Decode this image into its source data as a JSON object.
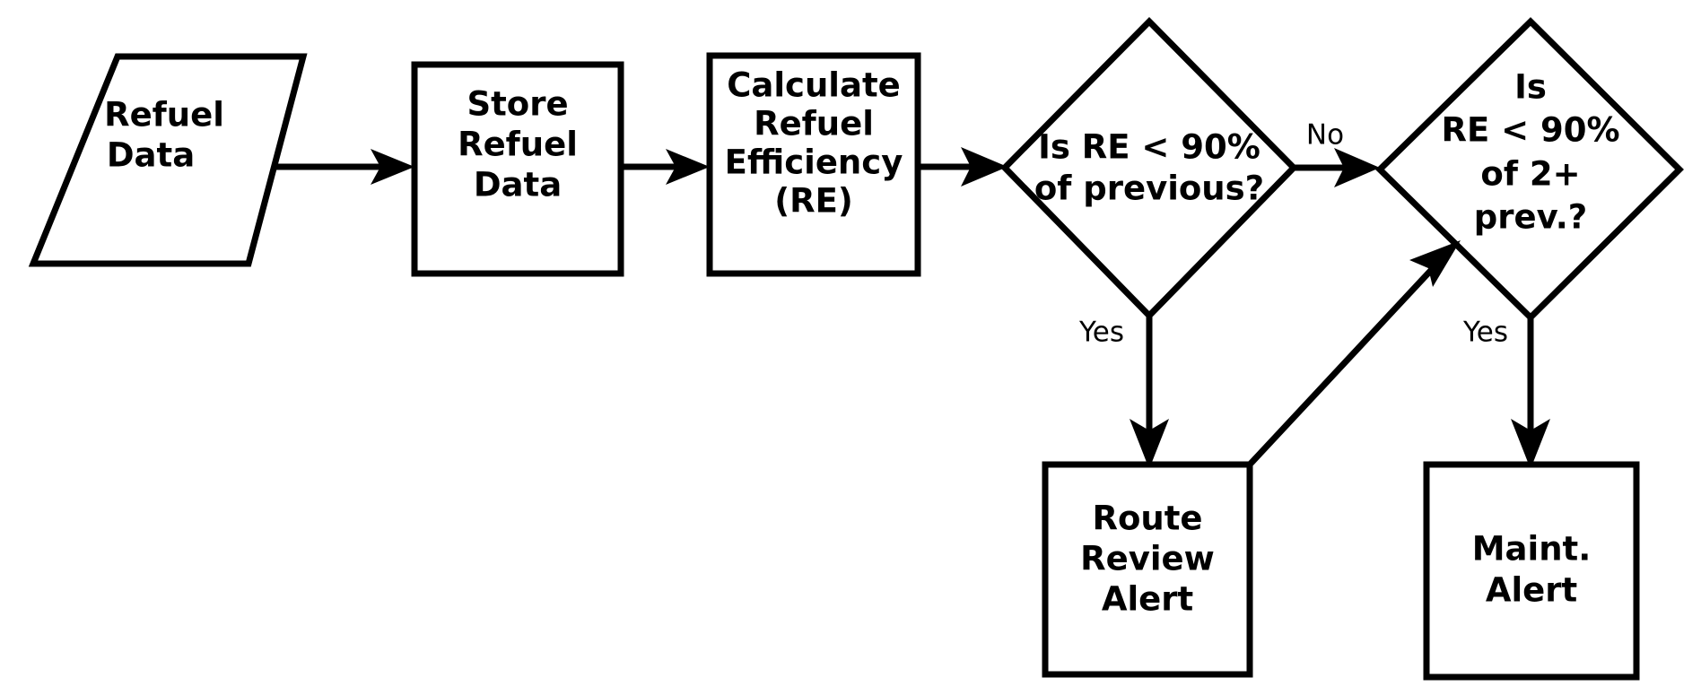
{
  "diagram": {
    "title": "Refuel Efficiency Monitoring Flowchart",
    "background_color": "#ffffff",
    "stroke_color": "#000000",
    "text_color": "#000000",
    "nodes": [
      {
        "id": "refuel-data",
        "shape": "parallelogram",
        "role": "input",
        "lines": [
          "Refuel",
          "Data"
        ]
      },
      {
        "id": "store-refuel-data",
        "shape": "rectangle",
        "role": "process",
        "lines": [
          "Store",
          "Refuel",
          "Data"
        ]
      },
      {
        "id": "calculate-refuel-efficiency",
        "shape": "rectangle",
        "role": "process",
        "lines": [
          "Calculate",
          "Refuel",
          "Efficiency",
          "(RE)"
        ]
      },
      {
        "id": "decision-re-previous",
        "shape": "diamond",
        "role": "decision",
        "lines": [
          "Is RE < 90%",
          "of previous?"
        ]
      },
      {
        "id": "decision-re-two-plus",
        "shape": "diamond",
        "role": "decision",
        "lines": [
          "Is",
          "RE < 90%",
          "of 2+",
          "prev.?"
        ]
      },
      {
        "id": "route-review-alert",
        "shape": "rectangle",
        "role": "output",
        "lines": [
          "Route",
          "Review",
          "Alert"
        ]
      },
      {
        "id": "maint-alert",
        "shape": "rectangle",
        "role": "output",
        "lines": [
          "Maint.",
          "Alert"
        ]
      }
    ],
    "edges": [
      {
        "id": "e1",
        "from": "refuel-data",
        "to": "store-refuel-data",
        "label": ""
      },
      {
        "id": "e2",
        "from": "store-refuel-data",
        "to": "calculate-refuel-efficiency",
        "label": ""
      },
      {
        "id": "e3",
        "from": "calculate-refuel-efficiency",
        "to": "decision-re-previous",
        "label": ""
      },
      {
        "id": "e4",
        "from": "decision-re-previous",
        "to": "decision-re-two-plus",
        "label": "No"
      },
      {
        "id": "e5",
        "from": "decision-re-previous",
        "to": "route-review-alert",
        "label": "Yes"
      },
      {
        "id": "e6",
        "from": "route-review-alert",
        "to": "decision-re-two-plus",
        "label": ""
      },
      {
        "id": "e7",
        "from": "decision-re-two-plus",
        "to": "maint-alert",
        "label": "Yes"
      }
    ],
    "labels": {
      "refuel_data_l1": "Refuel",
      "refuel_data_l2": "Data",
      "store_l1": "Store",
      "store_l2": "Refuel",
      "store_l3": "Data",
      "calc_l1": "Calculate",
      "calc_l2": "Refuel",
      "calc_l3": "Efficiency",
      "calc_l4": "(RE)",
      "dec1_l1": "Is RE < 90%",
      "dec1_l2": "of previous?",
      "dec2_l1": "Is",
      "dec2_l2": "RE < 90%",
      "dec2_l3": "of 2+",
      "dec2_l4": "prev.?",
      "route_l1": "Route",
      "route_l2": "Review",
      "route_l3": "Alert",
      "maint_l1": "Maint.",
      "maint_l2": "Alert",
      "edge_no": "No",
      "edge_yes_1": "Yes",
      "edge_yes_2": "Yes"
    }
  }
}
